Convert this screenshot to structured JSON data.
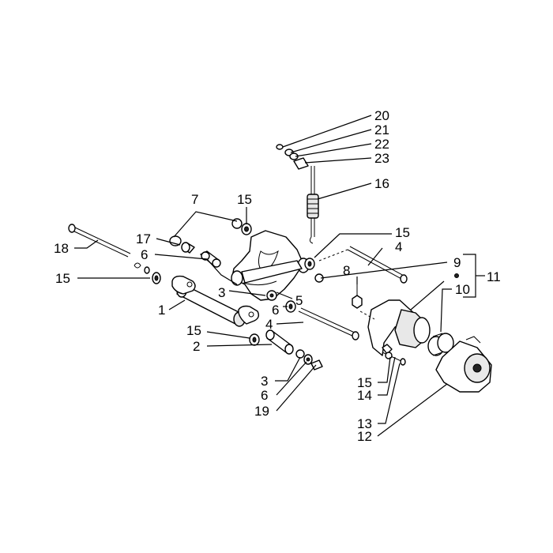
{
  "callouts": [
    {
      "id": "c20",
      "text": "20"
    },
    {
      "id": "c21",
      "text": "21"
    },
    {
      "id": "c22",
      "text": "22"
    },
    {
      "id": "c23",
      "text": "23"
    },
    {
      "id": "c16",
      "text": "16"
    },
    {
      "id": "c7",
      "text": "7"
    },
    {
      "id": "c15a",
      "text": "15"
    },
    {
      "id": "c17",
      "text": "17"
    },
    {
      "id": "c18",
      "text": "18"
    },
    {
      "id": "c6a",
      "text": "6"
    },
    {
      "id": "c15b",
      "text": "15"
    },
    {
      "id": "c15c",
      "text": "15"
    },
    {
      "id": "c4a",
      "text": "4"
    },
    {
      "id": "c9",
      "text": "9"
    },
    {
      "id": "c11",
      "text": "11"
    },
    {
      "id": "c8",
      "text": "8"
    },
    {
      "id": "c10",
      "text": "10"
    },
    {
      "id": "c3a",
      "text": "3"
    },
    {
      "id": "c5",
      "text": "5"
    },
    {
      "id": "c1",
      "text": "1"
    },
    {
      "id": "c6b",
      "text": "6"
    },
    {
      "id": "c4b",
      "text": "4"
    },
    {
      "id": "c15d",
      "text": "15"
    },
    {
      "id": "c2",
      "text": "2"
    },
    {
      "id": "c3b",
      "text": "3"
    },
    {
      "id": "c6c",
      "text": "6"
    },
    {
      "id": "c19",
      "text": "19"
    },
    {
      "id": "c15e",
      "text": "15"
    },
    {
      "id": "c14",
      "text": "14"
    },
    {
      "id": "c13",
      "text": "13"
    },
    {
      "id": "c12",
      "text": "12"
    }
  ]
}
